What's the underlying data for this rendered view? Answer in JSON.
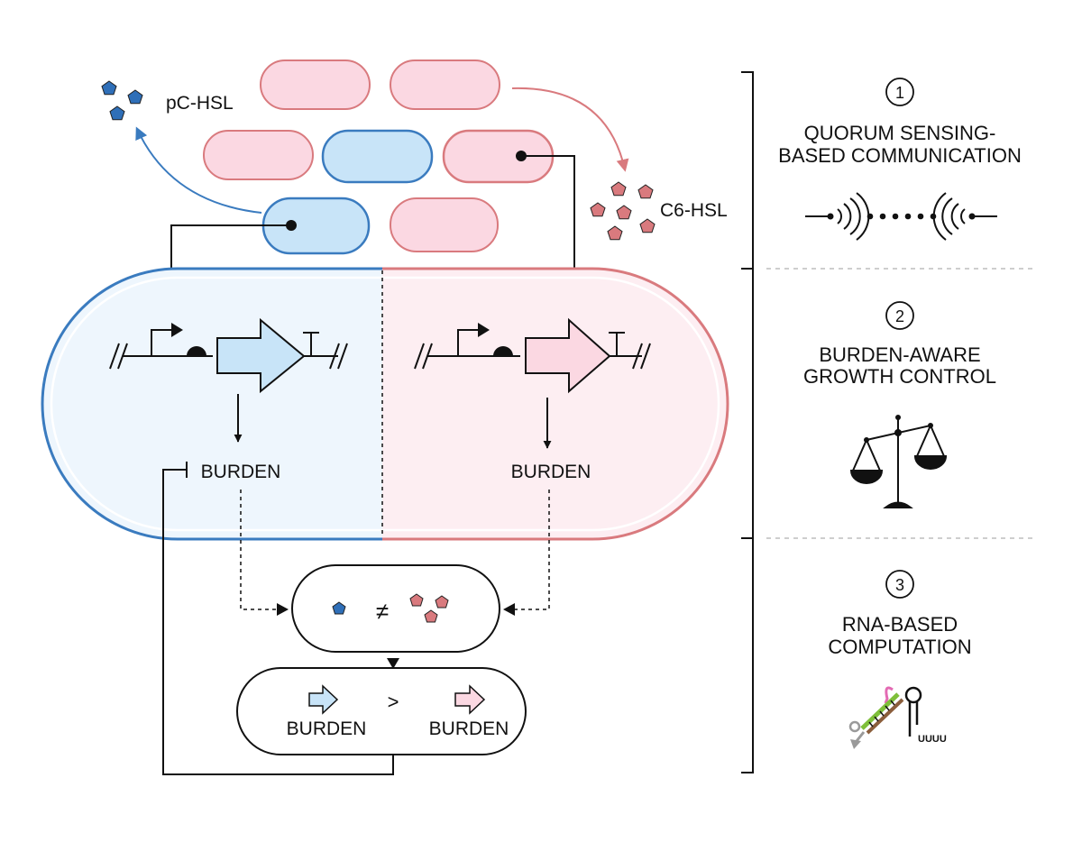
{
  "signals": {
    "blue_label": "pC-HSL",
    "red_label": "C6-HSL"
  },
  "circuit": {
    "left_burden": "BURDEN",
    "right_burden": "BURDEN",
    "inequality_symbol": "≠",
    "compare_symbol": ">",
    "compare_left": "BURDEN",
    "compare_right": "BURDEN"
  },
  "panels": [
    {
      "number": "1",
      "title_line1": "QUORUM SENSING-",
      "title_line2": "BASED COMMUNICATION",
      "icon": "signal-wave-icon"
    },
    {
      "number": "2",
      "title_line1": "BURDEN-AWARE",
      "title_line2": "GROWTH CONTROL",
      "icon": "balance-scale-icon"
    },
    {
      "number": "3",
      "title_line1": "RNA-BASED",
      "title_line2": "COMPUTATION",
      "icon": "rna-hairpin-icon",
      "icon_text": "UUUU"
    }
  ],
  "colors": {
    "blue": "#3a7bbf",
    "blue_fill": "#c8e4f8",
    "blue_light": "#eef6fd",
    "red": "#d97a7e",
    "red_fill": "#fbd8e2",
    "red_light": "#fdeef2",
    "ink": "#111111",
    "divider": "#bdbdbd"
  }
}
